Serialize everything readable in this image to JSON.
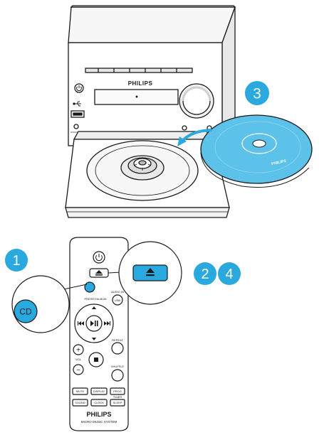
{
  "brand": "PHILIPS",
  "disc_brand": "PHILIPS",
  "remote": {
    "brand": "PHILIPS",
    "subtitle": "MICRO MUSIC SYSTEM",
    "buttons": {
      "cd": "CD",
      "preset_album": "PRESET/ALBUM",
      "audio_in": "AUDIO IN",
      "usb": "USB",
      "repeat": "REPEAT",
      "shuffle": "SHUFFLE",
      "vol": "VOL",
      "mute": "MUTE",
      "display": "DISPLAY",
      "prog": "PROG",
      "sound": "SOUND",
      "clock": "CLOCK",
      "timer": "TIMER",
      "sleep": "SLEEP"
    }
  },
  "callouts": {
    "cd_label": "CD"
  },
  "steps": [
    "1",
    "2",
    "3",
    "4"
  ],
  "colors": {
    "step_circle": "#29a9dd",
    "highlight": "#29a9dd",
    "disc": "#5cc2ea",
    "outline": "#1a1a1a"
  },
  "icons": [
    "power-icon",
    "eject-icon",
    "play-pause-icon",
    "stop-icon",
    "prev-icon",
    "next-icon",
    "usb-icon"
  ]
}
